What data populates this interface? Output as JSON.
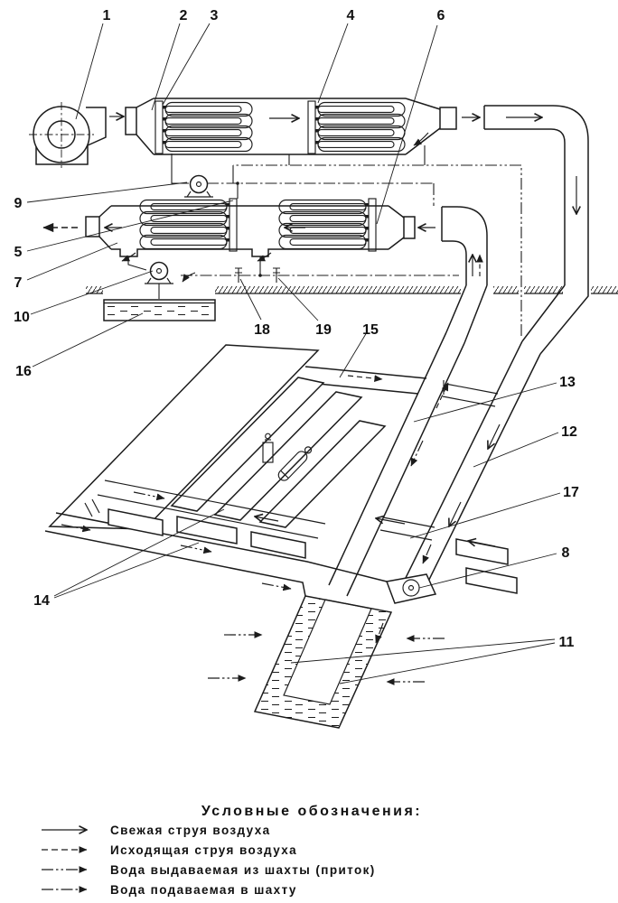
{
  "page": {
    "paper_color": "#ffffff",
    "ink_color": "#1c1c1c"
  },
  "callouts": [
    {
      "n": "1"
    },
    {
      "n": "2"
    },
    {
      "n": "3"
    },
    {
      "n": "4"
    },
    {
      "n": "6"
    },
    {
      "n": "9"
    },
    {
      "n": "5"
    },
    {
      "n": "7"
    },
    {
      "n": "10"
    },
    {
      "n": "16"
    },
    {
      "n": "18"
    },
    {
      "n": "19"
    },
    {
      "n": "15"
    },
    {
      "n": "13"
    },
    {
      "n": "12"
    },
    {
      "n": "17"
    },
    {
      "n": "8"
    },
    {
      "n": "11"
    },
    {
      "n": "14"
    }
  ],
  "legend": {
    "title": "Условные обозначения:",
    "items": [
      {
        "label": "Свежая струя воздуха",
        "style": "solid"
      },
      {
        "label": "Исходящая струя воздуха",
        "style": "dashed"
      },
      {
        "label": "Вода выдаваемая из шахты (приток)",
        "style": "dash-dot-dot"
      },
      {
        "label": "Вода подаваемая в шахту",
        "style": "dash-dot"
      }
    ]
  }
}
